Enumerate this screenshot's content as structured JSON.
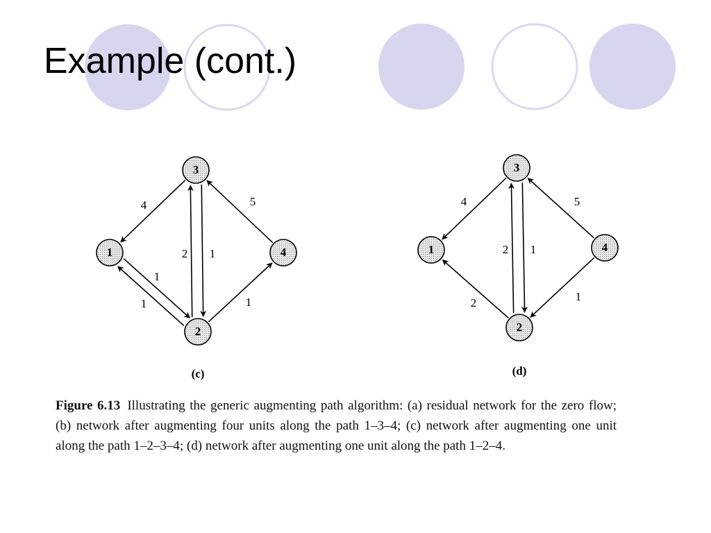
{
  "slide": {
    "title": "Example (cont.)",
    "colors": {
      "accent_fill": "#d6d6ee",
      "accent_ring": "#d9d9ef",
      "node_fill": "#d0d0d0"
    }
  },
  "diagrams": [
    {
      "label": "(c)",
      "nodes": [
        "1",
        "2",
        "3",
        "4"
      ],
      "edges": [
        {
          "from": "3",
          "to": "1",
          "label": "4"
        },
        {
          "from": "4",
          "to": "3",
          "label": "5"
        },
        {
          "from": "2",
          "to": "3",
          "label": "2"
        },
        {
          "from": "3",
          "to": "2",
          "label": "1"
        },
        {
          "from": "2",
          "to": "1",
          "label": "1"
        },
        {
          "from": "1",
          "to": "2",
          "label": "1"
        },
        {
          "from": "2",
          "to": "4",
          "label": "1"
        }
      ]
    },
    {
      "label": "(d)",
      "nodes": [
        "1",
        "2",
        "3",
        "4"
      ],
      "edges": [
        {
          "from": "3",
          "to": "1",
          "label": "4"
        },
        {
          "from": "4",
          "to": "3",
          "label": "5"
        },
        {
          "from": "2",
          "to": "3",
          "label": "2"
        },
        {
          "from": "3",
          "to": "2",
          "label": "1"
        },
        {
          "from": "2",
          "to": "1",
          "label": "2"
        },
        {
          "from": "4",
          "to": "2",
          "label": "1"
        }
      ]
    }
  ],
  "caption": {
    "figure": "Figure 6.13",
    "text": "Illustrating the generic augmenting path algorithm: (a) residual network for the zero flow; (b) network after augmenting four units along the path 1–3–4; (c) network after augmenting one unit along the path 1–2–3–4; (d) network after augmenting one unit along the path 1–2–4."
  }
}
